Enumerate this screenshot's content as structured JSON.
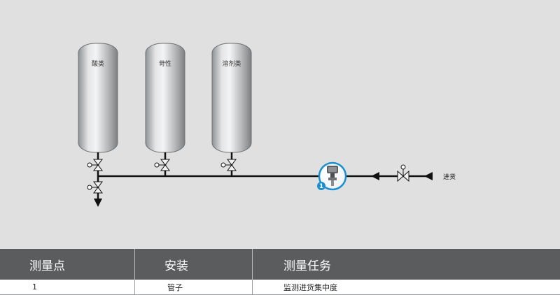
{
  "diagram": {
    "tanks": [
      {
        "label": "酸类"
      },
      {
        "label": "苛性"
      },
      {
        "label": "溶剂类"
      }
    ],
    "inlet_label": "进货",
    "sensor_badge": "1"
  },
  "table": {
    "headers": [
      "测量点",
      "安装",
      "测量任务"
    ],
    "rows": [
      [
        "1",
        "管子",
        "监测进货集中度"
      ]
    ]
  },
  "colors": {
    "background": "#dfe0df",
    "header_bg": "#5a5c5e",
    "sensor_ring": "#1a8fd0",
    "pipe": "#111111"
  }
}
